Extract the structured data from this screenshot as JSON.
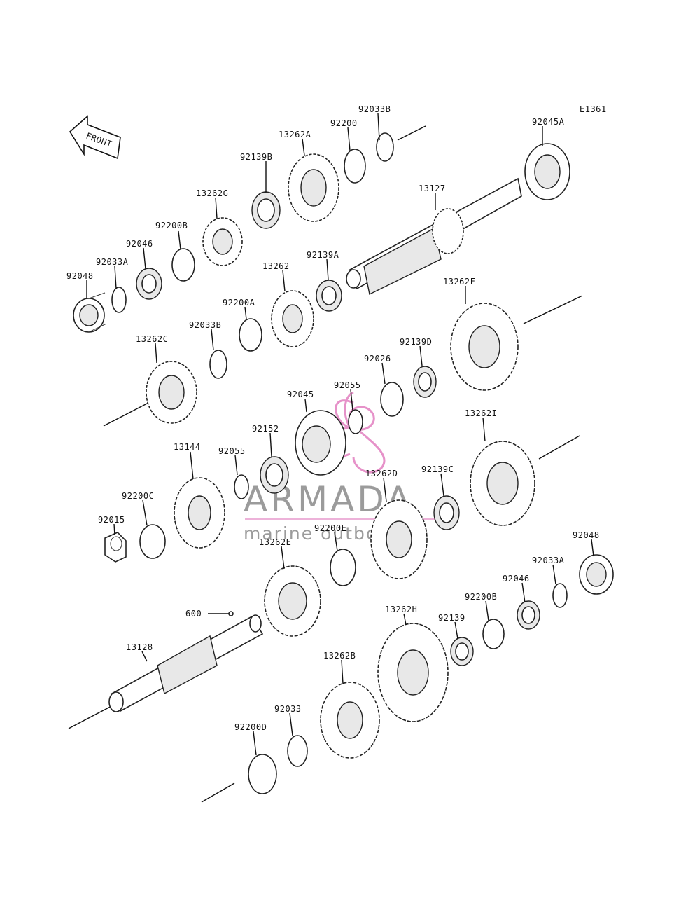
{
  "diagram_code": "E1361",
  "front_label": "FRONT",
  "watermark": {
    "name": "ARMADA",
    "tagline": "marine outboards",
    "accent_color": "#e27fc0",
    "text_color": "#808080"
  },
  "parts": {
    "p92033B_top": "92033B",
    "p92045A": "92045A",
    "p92200": "92200",
    "p13262A": "13262A",
    "p92139B": "92139B",
    "p13127": "13127",
    "p13262G": "13262G",
    "p92200B_top": "92200B",
    "p92046_top": "92046",
    "p92033A_top": "92033A",
    "p92048_top": "92048",
    "p92139A": "92139A",
    "p13262": "13262",
    "p13262F": "13262F",
    "p92200A": "92200A",
    "p92033B_mid": "92033B",
    "p13262C": "13262C",
    "p92139D": "92139D",
    "p92026": "92026",
    "p92045": "92045",
    "p92055_top": "92055",
    "p92152": "92152",
    "p92055_low": "92055",
    "p13144": "13144",
    "p13262I": "13262I",
    "p92139C": "92139C",
    "p13262D": "13262D",
    "p92200C": "92200C",
    "p92015": "92015",
    "p92200E": "92200E",
    "p13262E": "13262E",
    "p92048_low": "92048",
    "p92033A_low": "92033A",
    "p92046_low": "92046",
    "p92200B_low": "92200B",
    "p13262H": "13262H",
    "p92139": "92139",
    "p600": "600",
    "p13128": "13128",
    "p13262B": "13262B",
    "p92033": "92033",
    "p92200D": "92200D"
  }
}
